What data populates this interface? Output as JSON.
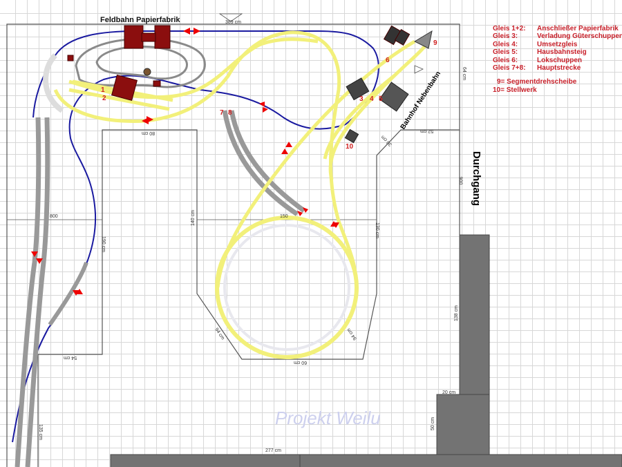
{
  "title": "Feldbahn Papierfabrik",
  "station_label": "Bahnhof Nebenbahn",
  "passage_label": "Durchgang",
  "watermark": "Projekt Weilu",
  "legend": [
    {
      "key": "Gleis 1+2:",
      "value": "Anschließer Papierfabrik"
    },
    {
      "key": "Gleis 3:",
      "value": "Verladung Güterschuppen"
    },
    {
      "key": "Gleis 4:",
      "value": "Umsetzgleis"
    },
    {
      "key": "Gleis 5:",
      "value": "Hausbahnsteig"
    },
    {
      "key": "Gleis 6:",
      "value": "Lokschuppen"
    },
    {
      "key": "Gleis 7+8:",
      "value": "Hauptstrecke"
    }
  ],
  "legend_extra": [
    "9= Segmentdrehscheibe",
    "10= Stellwerk"
  ],
  "track_numbers": [
    "1",
    "2",
    "3",
    "4",
    "5",
    "6",
    "7",
    "8",
    "9",
    "10"
  ],
  "dimensions": {
    "top": "389 cm",
    "left_width": "800",
    "inner_top": "80 cm",
    "left_depth": "190 cm",
    "inner_depth": "140 cm",
    "loop_width": "150",
    "right_depth": "130 cm",
    "right_edge": "900",
    "corner": "30 cm",
    "top_right": "52 cm",
    "small_right": "64 cm",
    "loop_diag_left": "94 cm",
    "loop_diag_right": "94 cm",
    "loop_bottom": "60 cm",
    "left_bottom": "54 cm",
    "left_lower": "135 cm",
    "wall": "138 cm",
    "step": "20 cm",
    "step_height": "50 cm",
    "bottom": "277 cm"
  },
  "colors": {
    "main_track": "#f2f07a",
    "blue_line": "#1a1aa0",
    "building_red": "#8b0e0e",
    "legend_red": "#c8202a",
    "wall": "#737373"
  }
}
